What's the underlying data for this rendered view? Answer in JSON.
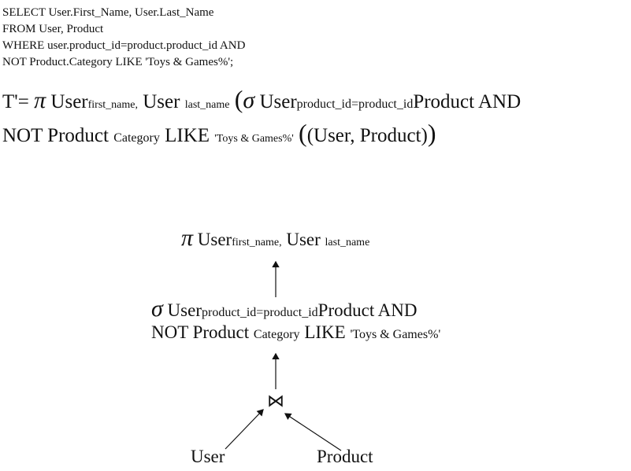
{
  "sql": {
    "line1": "SELECT User.First_Name, User.Last_Name",
    "line2": "FROM User, Product",
    "line3": "WHERE user.product_id=product.product_id AND",
    "line4": "NOT Product.Category LIKE 'Toys & Games%';"
  },
  "formula": {
    "lhs": "T'=",
    "pi": "π",
    "user1": "User",
    "first_name_sub": "first_name,",
    "user2": "User",
    "last_name_sub": "last_name",
    "open_paren": "(",
    "sigma": "σ",
    "user3": "User",
    "join_cond_sub": "product_id=product_id",
    "product_and": "Product AND",
    "not_product": "NOT Product",
    "category_sub": "Category",
    "like": "LIKE",
    "pattern": "'Toys & Games%'",
    "relations": "(User, Product)",
    "close_paren": ")"
  },
  "tree": {
    "projection": {
      "pi": "π",
      "user1": "User",
      "first_name_sub": "first_name,",
      "user2": "User",
      "last_name_sub": "last_name"
    },
    "selection": {
      "sigma": "σ",
      "user": "User",
      "join_cond_sub": "product_id=product_id",
      "product_and": "Product AND",
      "not_product": "NOT Product",
      "category_sub": "Category",
      "like": "LIKE",
      "pattern": "'Toys & Games%'"
    },
    "join_symbol": "⋈",
    "leaf_left": "User",
    "leaf_right": "Product"
  }
}
